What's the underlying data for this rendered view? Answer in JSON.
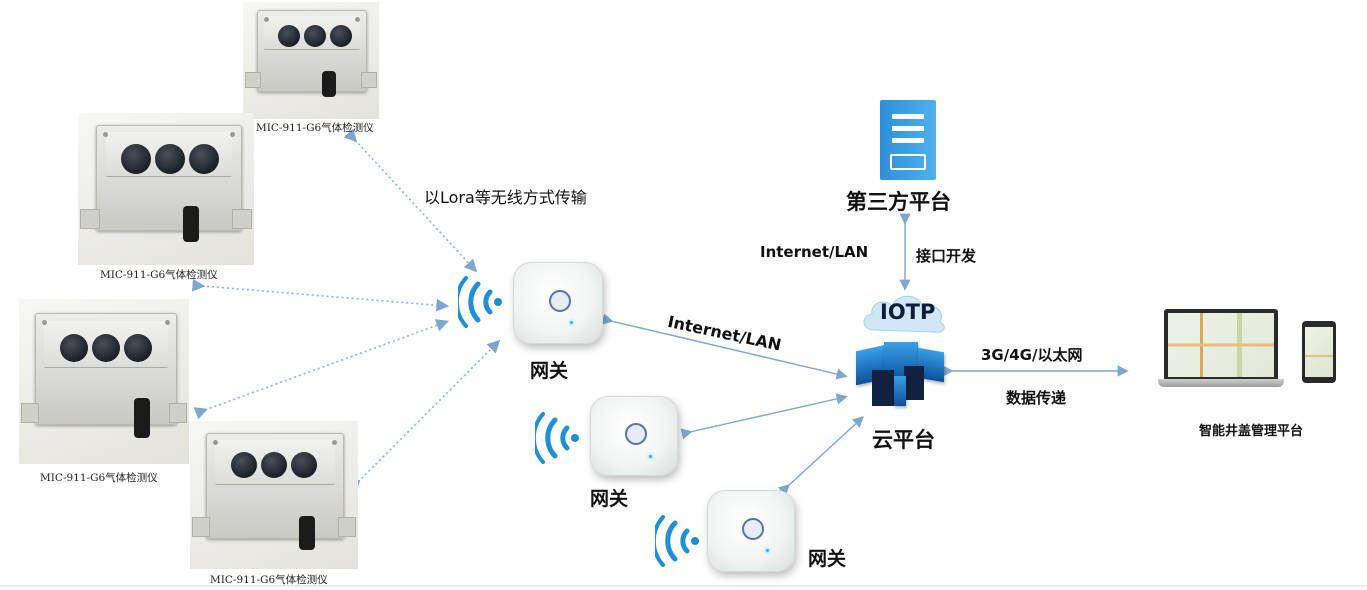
{
  "sensors": {
    "label": "MIC-911-G6气体检测仪"
  },
  "edges": {
    "lora_label": "以Lora等无线方式传输",
    "gateway_cloud_label": "Internet/LAN",
    "cloud_thirdparty_label": "Internet/LAN",
    "api_label": "接口开发",
    "mobile_label": "3G/4G/以太网",
    "data_label": "数据传递"
  },
  "nodes": {
    "gateway_label": "网关",
    "third_party": "第三方平台",
    "iotp": "IOTP",
    "cloud": "云平台",
    "management": "智能井盖管理平台"
  },
  "colors": {
    "arrow": "#7ea6cf",
    "wifi": "#1f8fd6",
    "brand_blue": "#2d8fd8"
  },
  "icons": {
    "server": "server-icon",
    "cloud": "cloud-icon",
    "wifi": "wifi-icon",
    "laptop": "laptop-icon",
    "phone": "phone-icon"
  }
}
